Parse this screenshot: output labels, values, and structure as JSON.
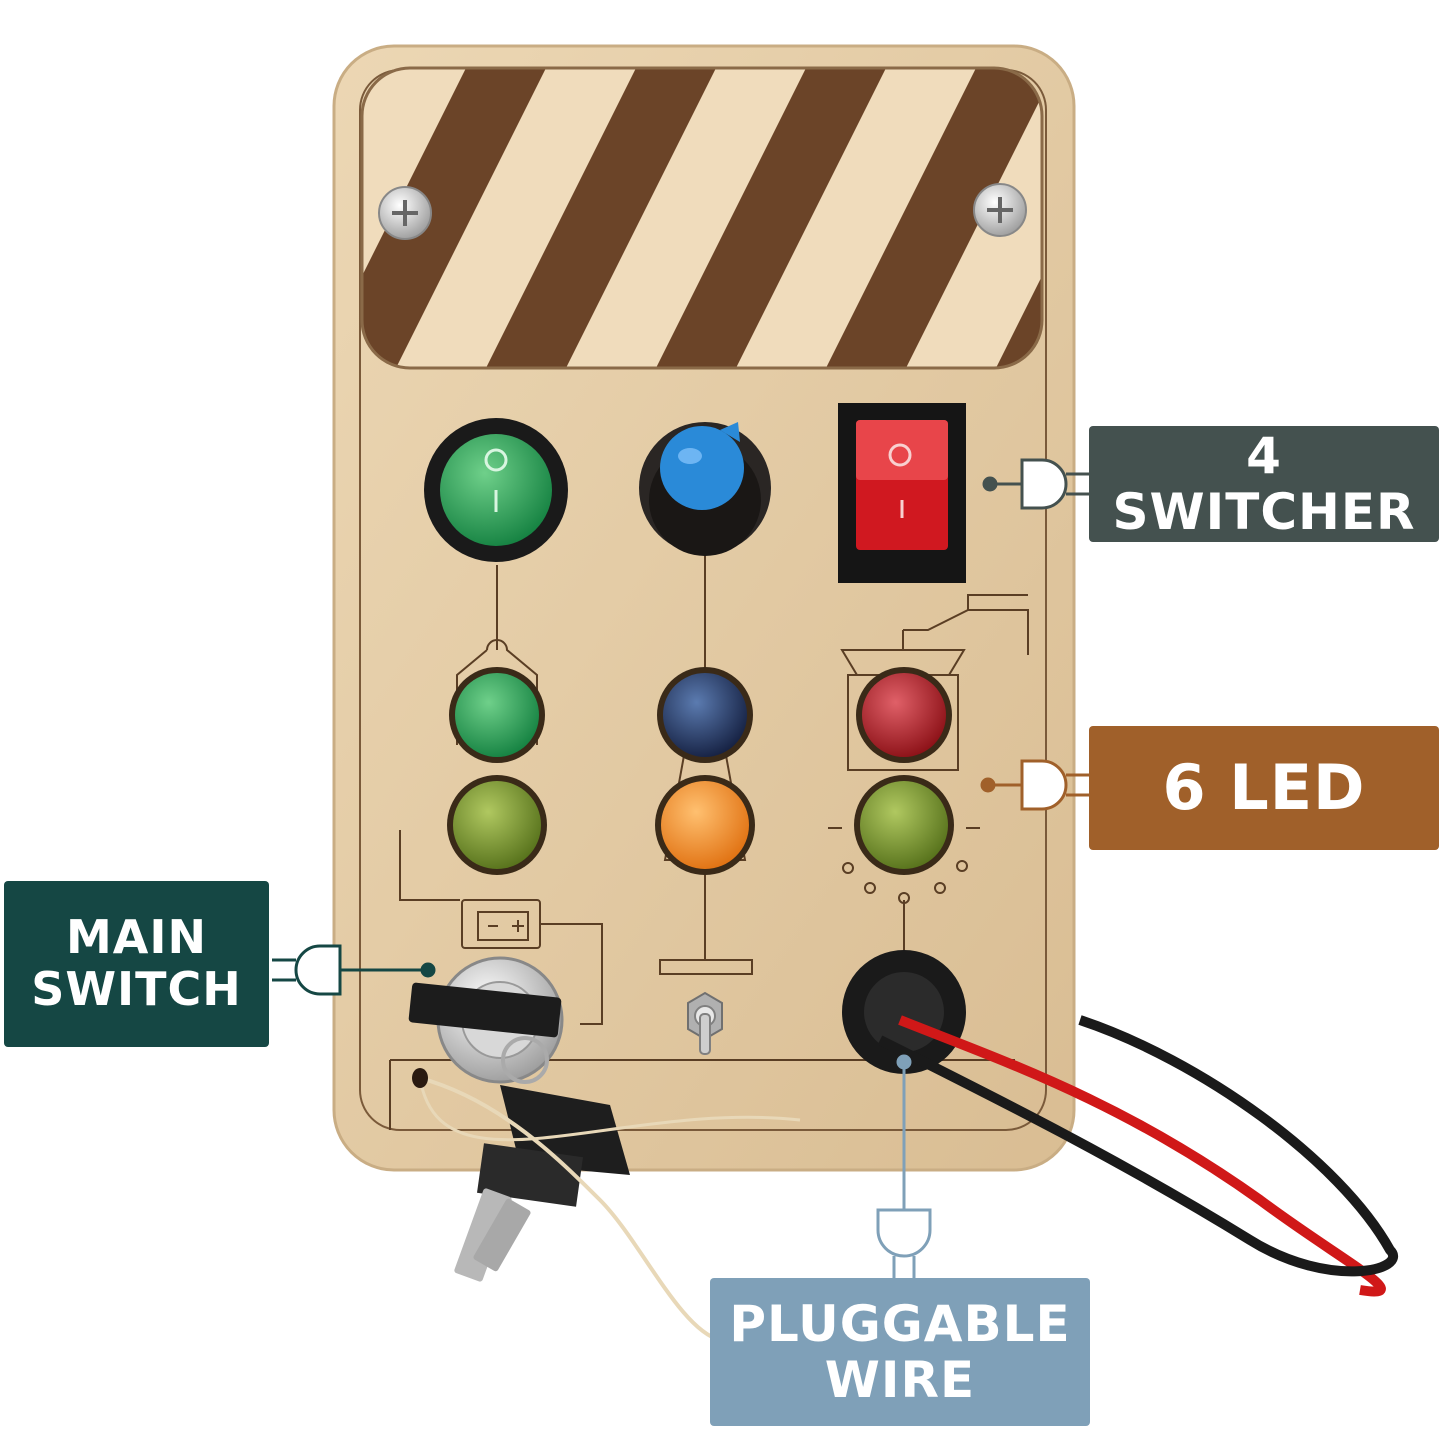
{
  "colors": {
    "board": "#e2c9a2",
    "stripe_dark": "#6b4428",
    "switcher_callout": "#44514f",
    "led_callout": "#a0602a",
    "main_switch_callout": "#154744",
    "wire_callout": "#7fa0b8",
    "led_colors": [
      "#1f9a4a",
      "#1e2e5a",
      "#b01a20",
      "#6e8a22",
      "#f08a18",
      "#6e8a22"
    ]
  },
  "callouts": {
    "switcher": {
      "lines": [
        "4 SWITCHER"
      ]
    },
    "led": {
      "lines": [
        "6 LED"
      ]
    },
    "main_switch": {
      "lines": [
        "MAIN",
        "SWITCH"
      ]
    },
    "wire": {
      "lines": [
        "PLUGGABLE",
        "WIRE"
      ]
    }
  },
  "board_markings": {
    "rocker_switch_symbols": [
      "O",
      "I"
    ]
  },
  "icons": [
    "plug-icon",
    "screw-icon",
    "battery-icon",
    "key-icon",
    "lamp-icon",
    "traffic-light-icon"
  ]
}
